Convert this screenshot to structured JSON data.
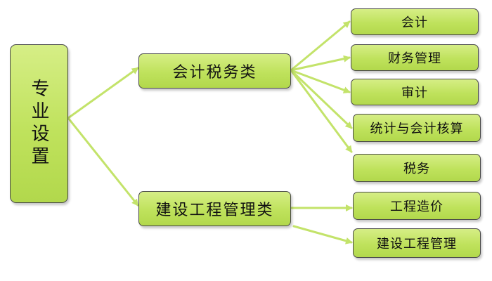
{
  "diagram": {
    "root": {
      "label": "专业设置"
    },
    "categories": [
      {
        "label": "会计税务类",
        "children": [
          "会计",
          "财务管理",
          "审计",
          "统计与会计核算",
          "税务"
        ]
      },
      {
        "label": "建设工程管理类",
        "children": [
          "工程造价",
          "建设工程管理"
        ]
      }
    ],
    "colors": {
      "node_fill": "#c2e262",
      "node_border": "#4a4a4a",
      "connector": "#c3e36a"
    }
  }
}
